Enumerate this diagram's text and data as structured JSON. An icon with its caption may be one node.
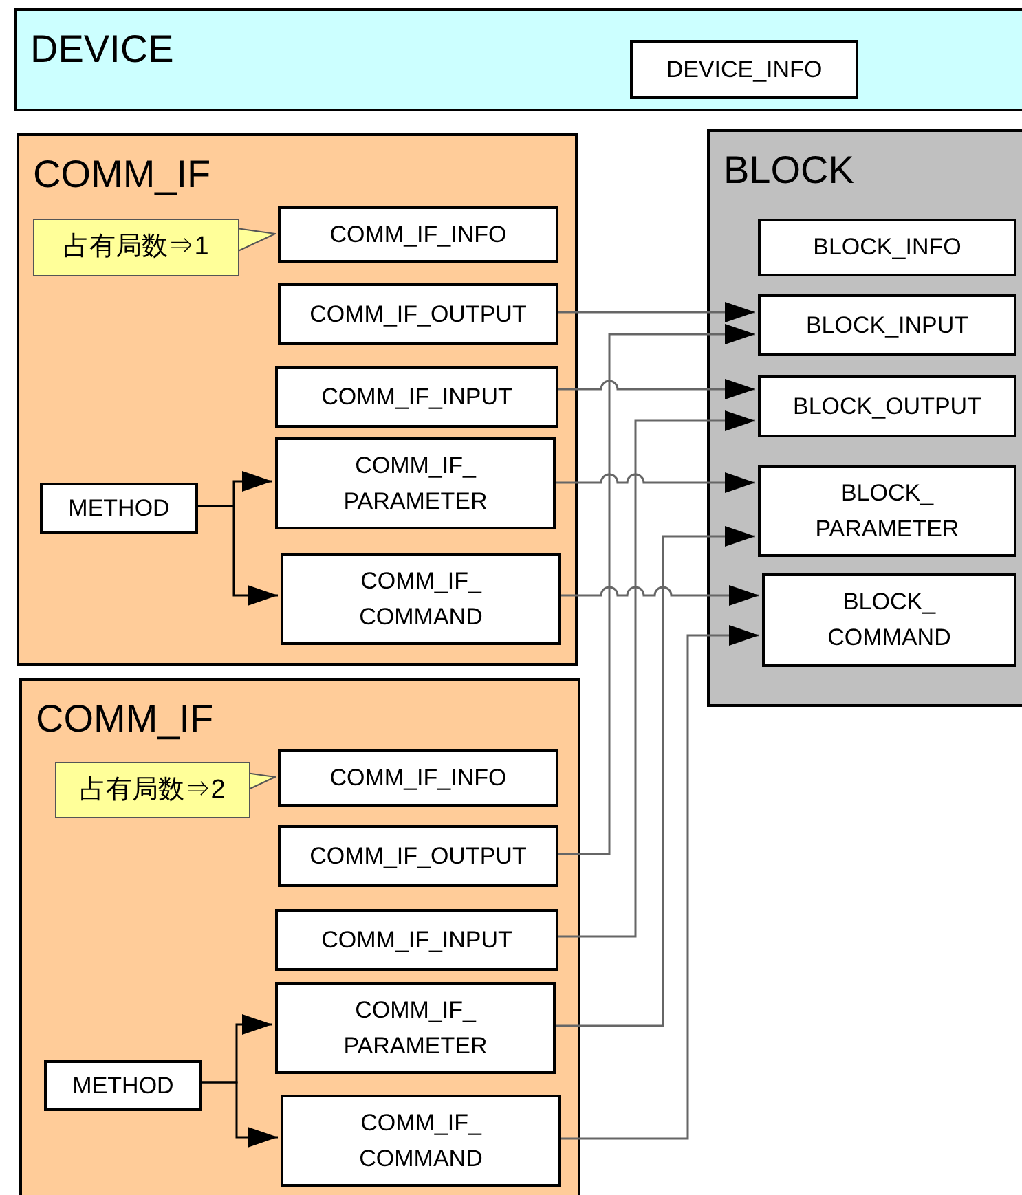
{
  "diagram": {
    "nodes": [
      {
        "text": [
          "DEVICE"
        ]
      },
      {
        "text": [
          "DEVICE_INFO"
        ],
        "in": 0
      },
      {
        "text": [
          "COMM_IF"
        ]
      },
      {
        "text": [
          "占有局数⇒1"
        ],
        "in": 2
      },
      {
        "text": [
          "COMM_IF_INFO"
        ],
        "in": 2
      },
      {
        "text": [
          "COMM_IF_OUTPUT"
        ],
        "in": 2
      },
      {
        "text": [
          "COMM_IF_INPUT"
        ],
        "in": 2
      },
      {
        "text": [
          "METHOD"
        ],
        "in": 2
      },
      {
        "text": [
          "COMM_IF_ PARAMETER"
        ],
        "in": 2
      },
      {
        "text": [
          "COMM_IF_ COMMAND"
        ],
        "in": 2
      },
      {
        "text": [
          "BLOCK"
        ]
      },
      {
        "text": [
          "BLOCK_INFO"
        ],
        "in": 10
      },
      {
        "text": [
          "BLOCK_INPUT"
        ],
        "in": 10
      },
      {
        "text": [
          "BLOCK_OUTPUT"
        ],
        "in": 10
      },
      {
        "text": [
          "BLOCK_ PARAMETER"
        ],
        "in": 10
      },
      {
        "text": [
          "BLOCK_ COMMAND"
        ],
        "in": 10
      },
      {
        "text": [
          "COMM_IF"
        ]
      },
      {
        "text": [
          "占有局数⇒2"
        ],
        "in": 16
      },
      {
        "text": [
          "COMM_IF_INFO"
        ],
        "in": 16
      },
      {
        "text": [
          "COMM_IF_OUTPUT"
        ],
        "in": 16
      },
      {
        "text": [
          "COMM_IF_INPUT"
        ],
        "in": 16
      },
      {
        "text": [
          "METHOD"
        ],
        "in": 16
      },
      {
        "text": [
          "COMM_IF_ PARAMETER"
        ],
        "in": 16
      },
      {
        "text": [
          "COMM_IF_ COMMAND"
        ],
        "in": 16
      }
    ],
    "edges": [
      {
        "from": 3,
        "to": 4,
        "arrow": "to",
        "color": "#ffff99"
      },
      {
        "from": 7,
        "to": 8,
        "arrow": "to",
        "color": "#000000"
      },
      {
        "from": 7,
        "to": 9,
        "arrow": "to",
        "color": "#000000"
      },
      {
        "from": 5,
        "to": 12,
        "arrow": "to"
      },
      {
        "from": 6,
        "to": 13,
        "arrow": "to"
      },
      {
        "from": 8,
        "to": 14,
        "arrow": "to"
      },
      {
        "from": 9,
        "to": 15,
        "arrow": "to"
      },
      {
        "from": 17,
        "to": 18,
        "arrow": "to",
        "color": "#ffff99"
      },
      {
        "from": 21,
        "to": 22,
        "arrow": "to",
        "color": "#000000"
      },
      {
        "from": 21,
        "to": 23,
        "arrow": "to",
        "color": "#000000"
      },
      {
        "from": 19,
        "to": 12,
        "arrow": "to"
      },
      {
        "from": 20,
        "to": 13,
        "arrow": "to"
      },
      {
        "from": 22,
        "to": 14,
        "arrow": "to"
      },
      {
        "from": 23,
        "to": 15,
        "arrow": "to"
      }
    ]
  }
}
